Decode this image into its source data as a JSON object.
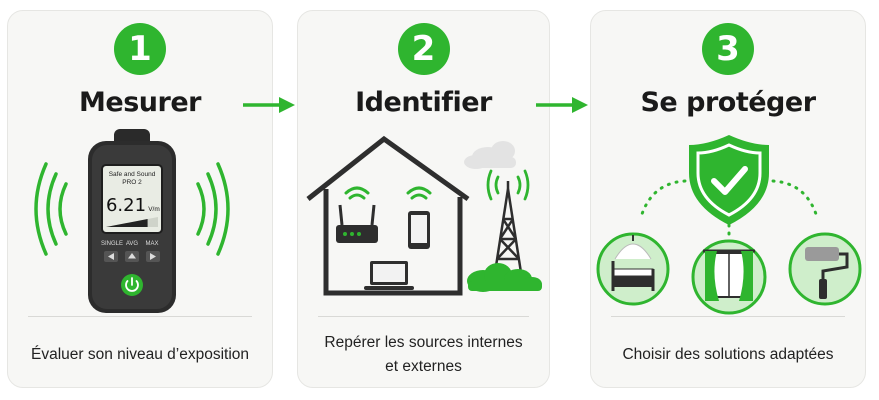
{
  "steps": [
    {
      "number": "1",
      "title": "Mesurer",
      "caption": "Évaluer son niveau d’exposition"
    },
    {
      "number": "2",
      "title": "Identifier",
      "caption_line1": "Repérer les sources internes",
      "caption_line2": "et externes"
    },
    {
      "number": "3",
      "title": "Se protéger",
      "caption": "Choisir des solutions adaptées"
    }
  ],
  "meter": {
    "brand_line1": "Safe and Sound",
    "brand_line2": "PRO 2",
    "reading": "6.21",
    "unit": "V/m",
    "mode_labels": [
      "SINGLE",
      "AVG",
      "MAX"
    ],
    "fill_level": 0.8
  },
  "icons": {
    "arrows": [
      "arrow-right-icon",
      "arrow-right-icon"
    ],
    "step2": [
      "house-icon",
      "router-icon",
      "smartphone-icon",
      "laptop-icon",
      "cell-tower-icon",
      "cloud-icon",
      "wifi-icon"
    ],
    "step3": [
      "shield-check-icon",
      "canopy-bed-icon",
      "curtain-window-icon",
      "paint-roller-icon"
    ]
  },
  "colors": {
    "accent": "#2fb52f",
    "dark": "#333333",
    "card_bg": "#f7f7f5"
  }
}
